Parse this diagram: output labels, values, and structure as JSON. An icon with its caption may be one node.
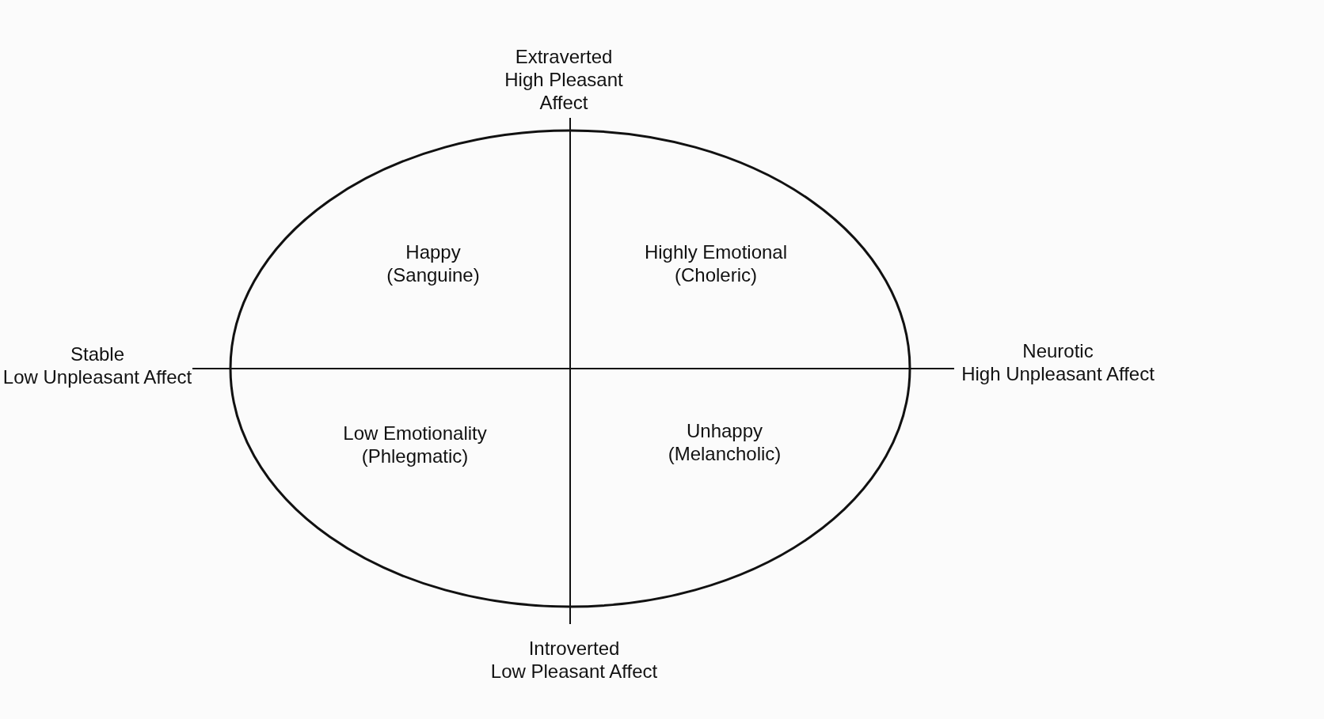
{
  "diagram": {
    "labels": [
      "Extraverted High Pleasant Affect",
      "Happy (Sanguine)",
      "Highly Emotional (Choleric)",
      "Stable Low Unpleasant Affect",
      "Neurotic High Unpleasant Affect",
      "Low Emotionality (Phlegmatic)",
      "Unhappy (Melancholic)",
      "Introverted Low Pleasant Affect"
    ]
  }
}
